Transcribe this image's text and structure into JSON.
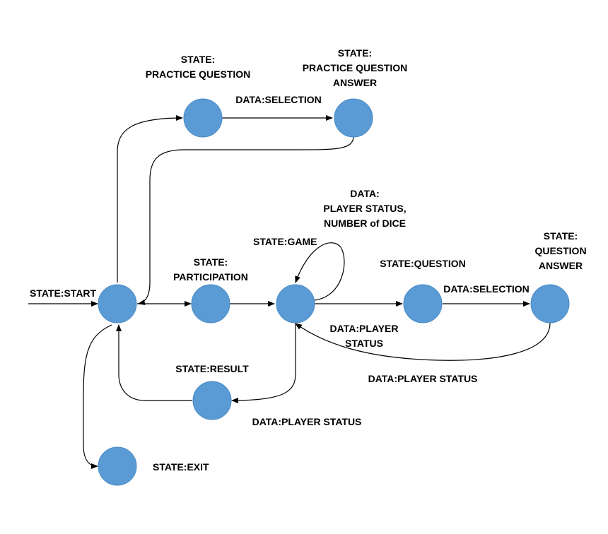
{
  "labels": {
    "start": "STATE:START",
    "practice_question": [
      "STATE:",
      "PRACTICE QUESTION"
    ],
    "practice_answer": [
      "STATE:",
      "PRACTICE QUESTION",
      "ANSWER"
    ],
    "selection_top": "DATA:SELECTION",
    "dice_data": [
      "DATA:",
      "PLAYER STATUS,",
      "NUMBER of DICE"
    ],
    "game": "STATE:GAME",
    "participation": [
      "STATE:",
      "PARTICIPATION"
    ],
    "question": "STATE:QUESTION",
    "selection_mid": "DATA:SELECTION",
    "question_answer": [
      "STATE:",
      "QUESTION",
      "ANSWER"
    ],
    "player_status_short": [
      "DATA:PLAYER",
      "STATUS"
    ],
    "player_status_right": "DATA:PLAYER STATUS",
    "result": "STATE:RESULT",
    "player_status_bottom": "DATA:PLAYER STATUS",
    "exit": "STATE:EXIT"
  }
}
